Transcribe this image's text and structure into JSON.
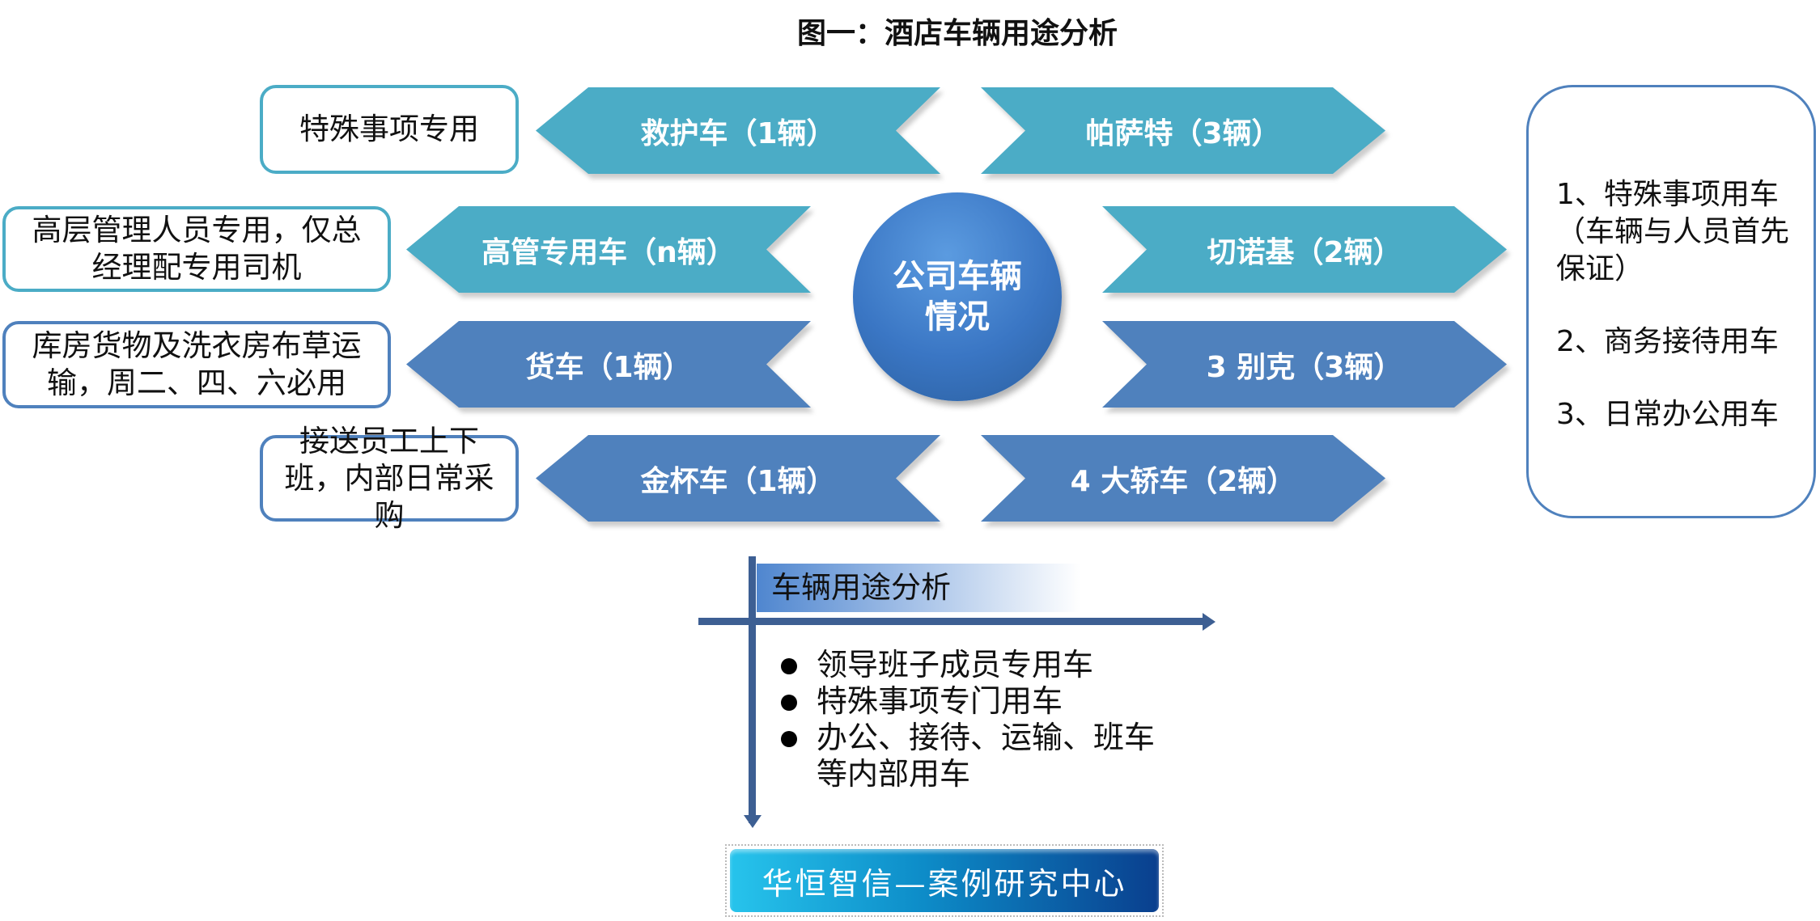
{
  "title": "图一：酒店车辆用途分析",
  "center": {
    "line1": "公司车辆",
    "line2": "情况"
  },
  "left_arrows": [
    {
      "label": "救护车（1辆）",
      "note": "特殊事项专用"
    },
    {
      "label": "高管专用车（n辆）",
      "note": "高层管理人员专用，仅总经理配专用司机"
    },
    {
      "label": "货车（1辆）",
      "note": "库房货物及洗衣房布草运输，周二、四、六必用"
    },
    {
      "label": "金杯车（1辆）",
      "note": "接送员工上下班，内部日常采购"
    }
  ],
  "right_arrows": [
    {
      "label": "帕萨特（3辆）"
    },
    {
      "label": "切诺基（2辆）"
    },
    {
      "label": "3 别克（3辆）"
    },
    {
      "label": "4 大轿车（2辆）"
    }
  ],
  "summary": [
    "1、特殊事项用车（车辆与人员首先保证）",
    "2、商务接待用车",
    "3、日常办公用车"
  ],
  "analysis": {
    "header": "车辆用途分析",
    "bullets": [
      "领导班子成员专用车",
      "特殊事项专门用车",
      "办公、接待、运输、班车等内部用车"
    ]
  },
  "footer": "华恒智信—案例研究中心",
  "colors": {
    "teal": "#4bacc6",
    "blue": "#4f81bd"
  }
}
